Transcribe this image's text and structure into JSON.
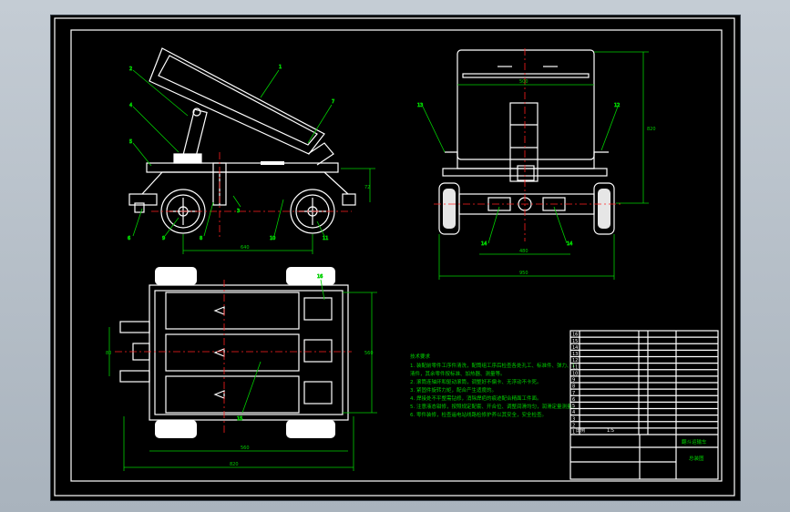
{
  "colors": {
    "background": "#000000",
    "frame": "#ffffff",
    "dimension": "#00d000",
    "centerline": "#ff2020",
    "hidden": "#30c0c0"
  },
  "side_view": {
    "callouts": [
      "2",
      "1",
      "4",
      "7",
      "5",
      "6",
      "9",
      "8",
      "3",
      "10",
      "11"
    ],
    "dims": {
      "height": "72",
      "base": "640"
    }
  },
  "rear_view": {
    "callouts": [
      "13",
      "12"
    ],
    "dims": {
      "top": "500",
      "height": "820",
      "mid": "480",
      "width": "950",
      "l_left": "14",
      "l_right": "14"
    }
  },
  "top_view": {
    "callouts": [
      "15",
      "16"
    ],
    "dims": {
      "left": "80",
      "right": "560",
      "inner": "560",
      "outer": "820"
    }
  },
  "notes": {
    "title": "技术要求",
    "lines": [
      "1. 装配前零件工序件清洗，配筒组工序后检查各处孔工、标准件、弹力、1",
      "   清件，其余零件按标准、加热器、测量等。",
      "2. 滚筒连轴环和驱动滚筒，调整好不偏卡、无浮动不卡死。",
      "3. 紧固件旋转力矩，配合产生适度的。",
      "4. 焊接处不平整需钻修，消除焊疤的痕迹配合精面工件面。",
      "5. 注意液态钳修，按照规定配套、开合位、调整润滑均匀，润滑定量测量。",
      "6. 零件装修，检查遥电站线路检修护养以其安全，安全检查。"
    ]
  },
  "title_block": {
    "drawing_name": "翻斗运输车",
    "drawing_no": "总装图",
    "scale": "1:5",
    "material_label": "比例",
    "rows": [
      "16",
      "15",
      "14",
      "13",
      "12",
      "11",
      "10",
      "9",
      "8",
      "7",
      "6",
      "5",
      "4",
      "3",
      "2",
      "1"
    ]
  }
}
